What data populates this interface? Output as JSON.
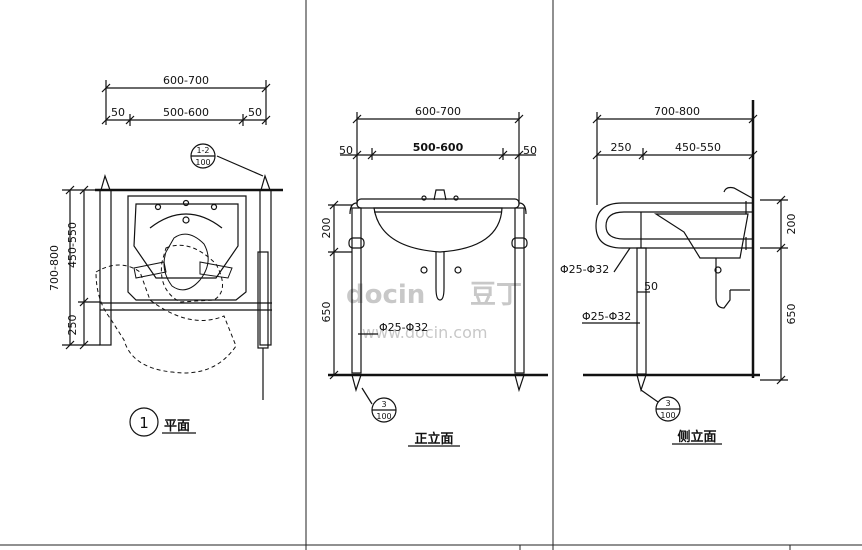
{
  "plan": {
    "dim_overall_top": "600-700",
    "dim_side_left": "50",
    "dim_mid": "500-600",
    "dim_side_right": "50",
    "ref_top": "1-2",
    "ref_bottom": "100",
    "dim_v_total": "700-800",
    "dim_v_upper": "450-550",
    "dim_v_lower": "250",
    "detail_number": "1",
    "title": "平面"
  },
  "front": {
    "dim_overall_top": "600-700",
    "dim_side_left": "50",
    "dim_mid": "500-600",
    "dim_side_right": "50",
    "dim_v_upper": "200",
    "dim_v_lower": "650",
    "pipe_label": "Φ25-Φ32",
    "ref_top": "3",
    "ref_bottom": "100",
    "title": "正立面"
  },
  "side": {
    "dim_overall_top": "700-800",
    "dim_left": "250",
    "dim_right": "450-550",
    "pipe_label_upper": "Φ25-Φ32",
    "dim_offset": "50",
    "pipe_label_lower": "Φ25-Φ32",
    "dim_v_upper": "200",
    "dim_v_lower": "650",
    "ref_top": "3",
    "ref_bottom": "100",
    "title": "侧立面"
  },
  "watermark": {
    "brand": "docin",
    "brand_cn": "豆丁",
    "url": "www.docin.com"
  }
}
